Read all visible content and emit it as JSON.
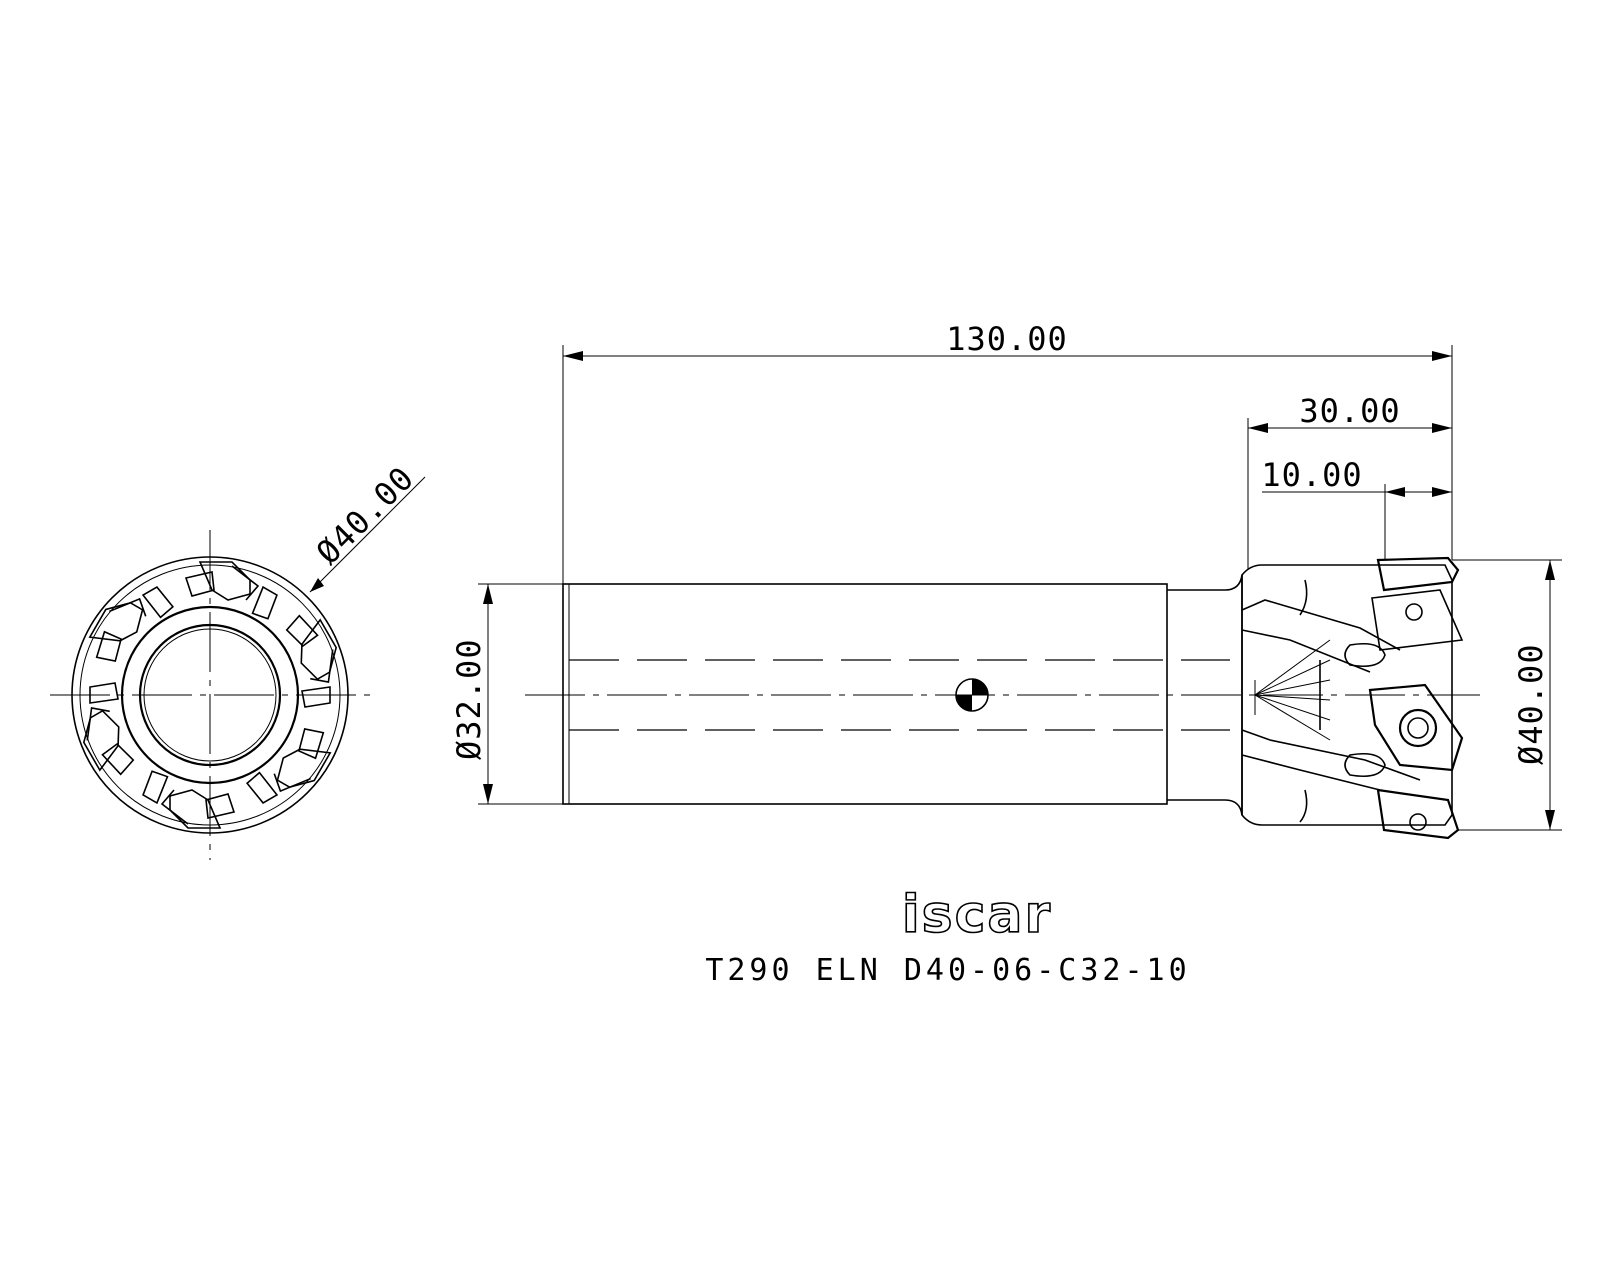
{
  "dimensions": {
    "overall_length": "130.00",
    "head_length": "30.00",
    "flute_length": "10.00",
    "shank_diameter": "Ø32.00",
    "head_diameter_side": "Ø40.00",
    "head_diameter_front": "Ø40.00"
  },
  "brand": {
    "logo_text": "iscar"
  },
  "part": {
    "designation": "T290  ELN  D40-06-C32-10"
  }
}
